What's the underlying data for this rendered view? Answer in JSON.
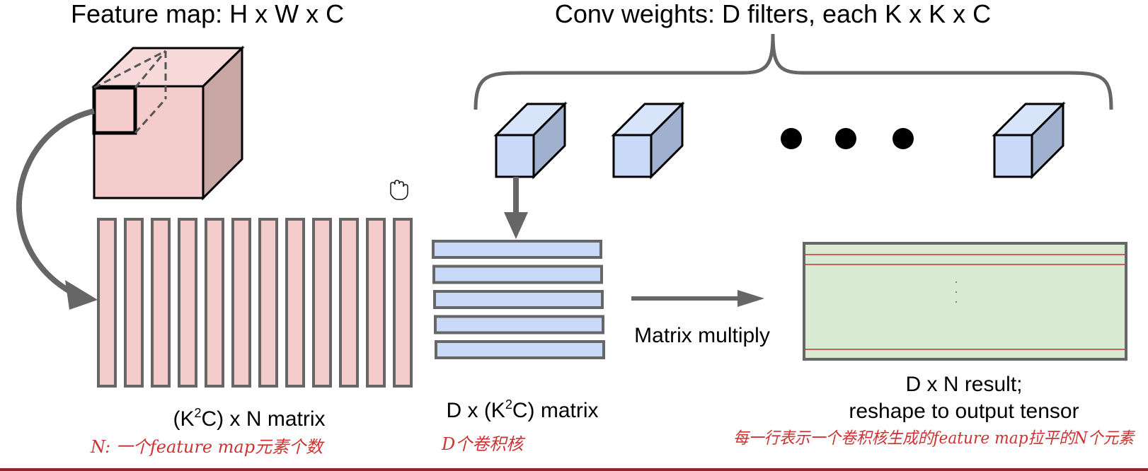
{
  "feature_map": {
    "title": "Feature map: H x W x C"
  },
  "conv_weights": {
    "title": "Conv weights: D filters, each K x K x C"
  },
  "col_matrix": {
    "label_prefix": "(K",
    "label_sup": "2",
    "label_suffix": "C) x N matrix",
    "column_count": 12,
    "note": "N: 一个feature map元素个数"
  },
  "filter_matrix": {
    "label_prefix": "D x (K",
    "label_sup": "2",
    "label_suffix": "C) matrix",
    "row_count": 5,
    "note": "D个卷积核"
  },
  "operation": {
    "label": "Matrix multiply"
  },
  "result": {
    "label_line1": "D x N result;",
    "label_line2": "reshape to output tensor",
    "note": "每一行表示一个卷积核生成的feature map拉平的N个元素"
  },
  "colors": {
    "pink": "#f4cccc",
    "pink_side": "#c8a6a4",
    "blue": "#c9daf8",
    "blue_side": "#9fb1ce",
    "green": "#d9ead3",
    "stroke": "#000000",
    "gray": "#666666",
    "red_note": "#cc3333"
  }
}
